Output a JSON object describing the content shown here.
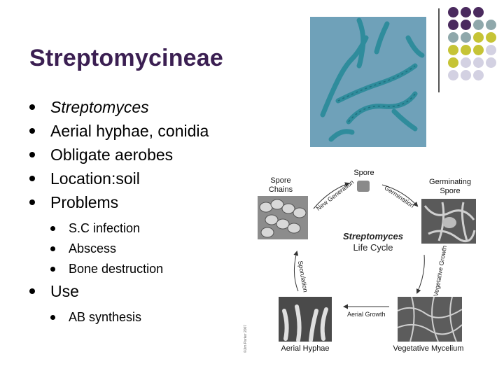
{
  "title": "Streptomycineae",
  "bullets": [
    {
      "label": "Streptomyces"
    },
    {
      "label": "Aerial hyphae, conidia"
    },
    {
      "label": "Obligate aerobes"
    },
    {
      "label": "Location:soil"
    },
    {
      "label": "Problems"
    }
  ],
  "problems": [
    "S.C infection",
    "Abscess",
    "Bone destruction"
  ],
  "use": {
    "label": "Use",
    "items": [
      "AB synthesis"
    ]
  },
  "diagram": {
    "title_line1": "Streptomyces",
    "title_line2": "Life Cycle",
    "spore": "Spore",
    "spore_chains_1": "Spore",
    "spore_chains_2": "Chains",
    "germinating_1": "Germinating",
    "germinating_2": "Spore",
    "aerial_hyphae": "Aerial Hyphae",
    "vegetative_mycelium": "Vegetative Mycelium",
    "new_generation_1": "New",
    "new_generation_2": "Generation",
    "germination": "Germination",
    "vegetative_growth_1": "Vegetative",
    "vegetative_growth_2": "Growth",
    "aerial_growth": "Aerial Growth",
    "sporulation": "Sporulation",
    "credit": "©Jim Parker 2007"
  },
  "colors": {
    "title": "#3b1f52",
    "deco_purple": "#4a2a5e",
    "deco_teal": "#8fa8ab",
    "deco_lime": "#c6c436",
    "deco_lavender": "#d3d1e2",
    "photo_bg": "#6fa1b9"
  }
}
